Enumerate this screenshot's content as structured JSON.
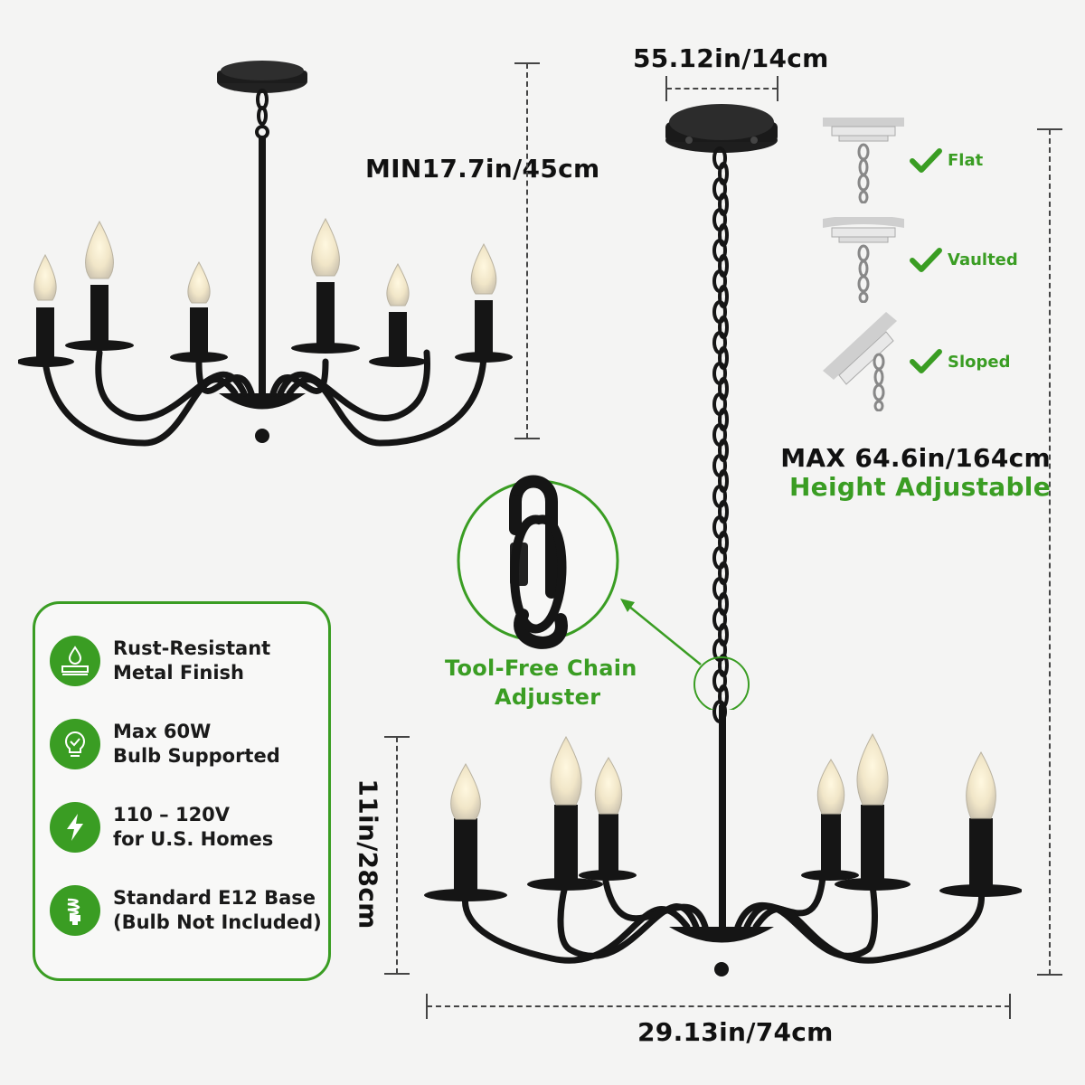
{
  "dimensions": {
    "canopy_width": "55.12in/14cm",
    "min_height": "MIN17.7in/45cm",
    "max_height": "MAX 64.6in/164cm",
    "height_adjustable": "Height Adjustable",
    "body_height": "11in/28cm",
    "body_width": "29.13in/74cm"
  },
  "chain_callout": {
    "line1": "Tool-Free Chain",
    "line2": "Adjuster"
  },
  "ceiling_types": [
    {
      "label": "Flat",
      "icon": "check-icon"
    },
    {
      "label": "Vaulted",
      "icon": "check-icon"
    },
    {
      "label": "Sloped",
      "icon": "check-icon"
    }
  ],
  "features": [
    {
      "line1": "Rust-Resistant",
      "line2": "Metal Finish",
      "icon": "pipe-drop-icon"
    },
    {
      "line1": "Max 60W",
      "line2": "Bulb Supported",
      "icon": "bulb-check-icon"
    },
    {
      "line1": "110 – 120V",
      "line2": "for U.S. Homes",
      "icon": "lightning-icon"
    },
    {
      "line1": "Standard E12 Base",
      "line2": "(Bulb Not Included)",
      "icon": "cfl-bulb-icon"
    }
  ],
  "colors": {
    "accent_green": "#3a9d23",
    "fixture_black": "#151515",
    "background": "#f4f4f3"
  }
}
